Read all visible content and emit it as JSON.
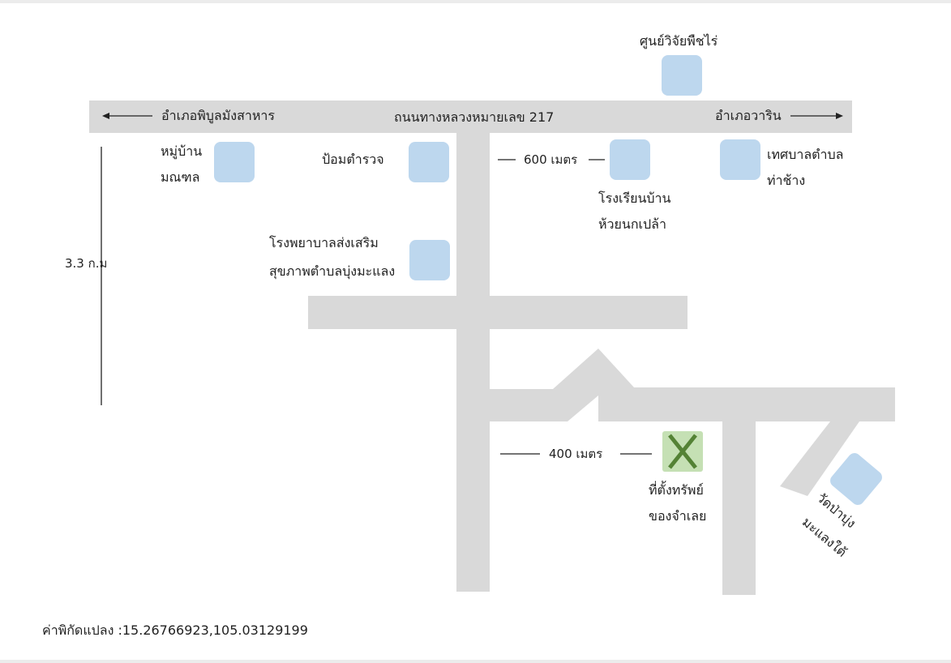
{
  "roads": {
    "main_road_label": "ถนนทางหลวงหมายเลข 217",
    "left_direction_label": "อำเภอพิบูลมังสาหาร",
    "right_direction_label": "อำเภอวาริน"
  },
  "distances": {
    "vertical_distance": "3.3 ก.ม",
    "distance_600": "600 เมตร",
    "distance_400": "400 เมตร"
  },
  "landmarks": {
    "research_center": "ศูนย์วิจัยพืชไร่",
    "village_line1": "หมู่บ้าน",
    "village_line2": "มณฑล",
    "police_box": "ป้อมตำรวจ",
    "school_line1": "โรงเรียนบ้าน",
    "school_line2": "ห้วยนกเปล้า",
    "municipality_line1": "เทศบาลตำบล",
    "municipality_line2": "ท่าช้าง",
    "hospital_line1": "โรงพยาบาลส่งเสริม",
    "hospital_line2": "สุขภาพตำบลบุ่งมะแลง",
    "temple_line1": "วัดป่าบุ่ง",
    "temple_line2": "มะแลงใต้"
  },
  "site": {
    "marker": "X",
    "label_line1": "ที่ตั้งทรัพย์",
    "label_line2": "ของจำเลย"
  },
  "coordinates": "ค่าพิกัดแปลง :15.26766923,105.03129199",
  "colors": {
    "road": "#d9d9d9",
    "landmark": "#bdd7ee",
    "site": "#c5e0b4",
    "site_marker": "#548235"
  }
}
